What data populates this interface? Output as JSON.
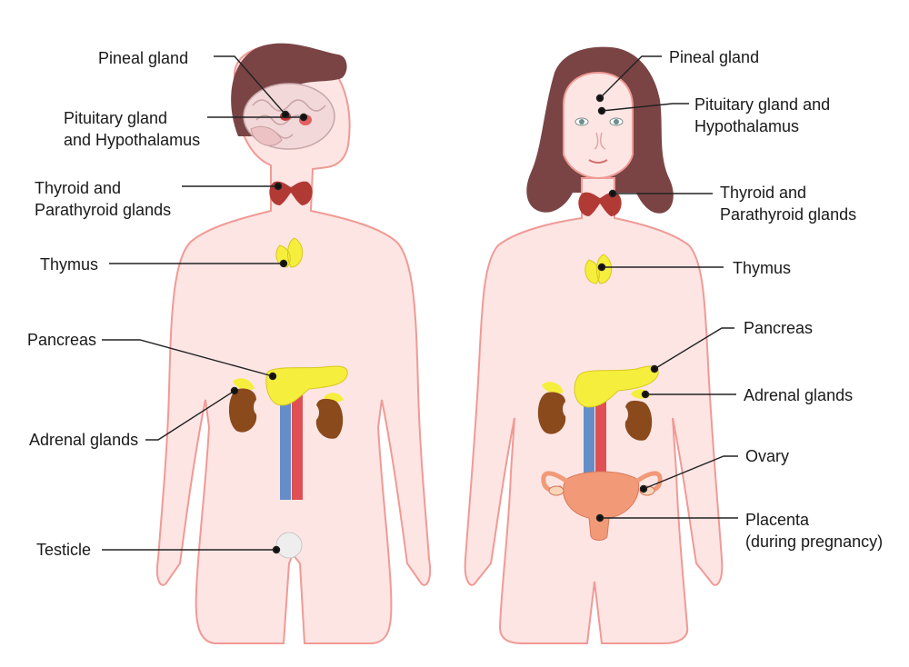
{
  "colors": {
    "skin": "#fde5e4",
    "skin_outline": "#f09a95",
    "hair": "#7a4445",
    "thyroid": "#b23a35",
    "gland_yellow": "#f6ee3c",
    "kidney": "#8a4a1c",
    "artery": "#d9353a",
    "vein": "#4a7fc4",
    "uterus": "#f29a78",
    "leader_line": "#222222"
  },
  "male": {
    "labels": {
      "pineal": [
        "Pineal gland"
      ],
      "pituitary": [
        "Pituitary gland",
        "and Hypothalamus"
      ],
      "thyroid": [
        "Thyroid and",
        "Parathyroid glands"
      ],
      "thymus": [
        "Thymus"
      ],
      "pancreas": [
        "Pancreas"
      ],
      "adrenal": [
        "Adrenal glands"
      ],
      "testicle": [
        "Testicle"
      ]
    }
  },
  "female": {
    "labels": {
      "pineal": [
        "Pineal gland"
      ],
      "pituitary": [
        "Pituitary gland and",
        "Hypothalamus"
      ],
      "thyroid": [
        "Thyroid and",
        "Parathyroid glands"
      ],
      "thymus": [
        "Thymus"
      ],
      "pancreas": [
        "Pancreas"
      ],
      "adrenal": [
        "Adrenal glands"
      ],
      "ovary": [
        "Ovary"
      ],
      "placenta": [
        "Placenta",
        "(during pregnancy)"
      ]
    }
  }
}
